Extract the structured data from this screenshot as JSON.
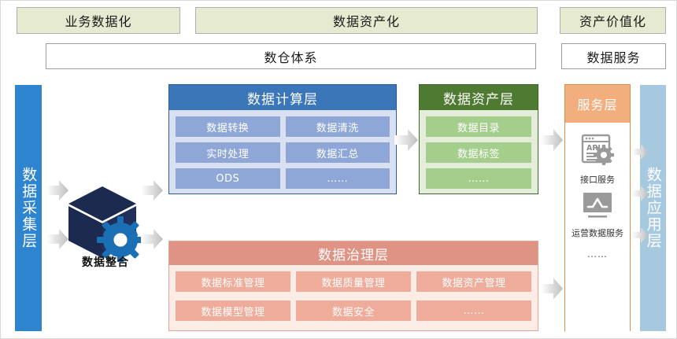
{
  "banners": [
    {
      "label": "业务数据化"
    },
    {
      "label": "数据资产化"
    },
    {
      "label": "资产价值化"
    }
  ],
  "subheaders": [
    {
      "label": "数仓体系"
    },
    {
      "label": "数据服务"
    }
  ],
  "columns": {
    "left": {
      "label": "数据采集层",
      "color": "#2E84CE"
    },
    "right": {
      "label": "数据应用层",
      "color": "#A7C9E0"
    }
  },
  "integration": {
    "label": "数据整合",
    "icon": "cube-gear-icon"
  },
  "panels": {
    "compute": {
      "title": "数据计算层",
      "header_color": "#3A76B8",
      "cell_color": "#8FA7D6",
      "items": [
        "数据转换",
        "数据清洗",
        "实时处理",
        "数据汇总",
        "ODS",
        "……"
      ]
    },
    "asset": {
      "title": "数据资产层",
      "header_color": "#4E7B31",
      "cell_color": "#A5CE8D",
      "items": [
        "数据目录",
        "数据标签",
        "……"
      ]
    },
    "governance": {
      "title": "数据治理层",
      "header_color": "#DE9385",
      "cell_color": "#EFAC9A",
      "items": [
        "数据标准管理",
        "数据质量管理",
        "数据资产管理",
        "数据模型管理",
        "数据安全",
        "……"
      ]
    },
    "service": {
      "title": "服务层",
      "header_color": "#F3AE7E",
      "items": [
        {
          "icon": "api-window-gear-icon",
          "label": "接口服务"
        },
        {
          "icon": "monitor-chart-icon",
          "label": "运营数据服务"
        }
      ],
      "more": "……"
    }
  }
}
